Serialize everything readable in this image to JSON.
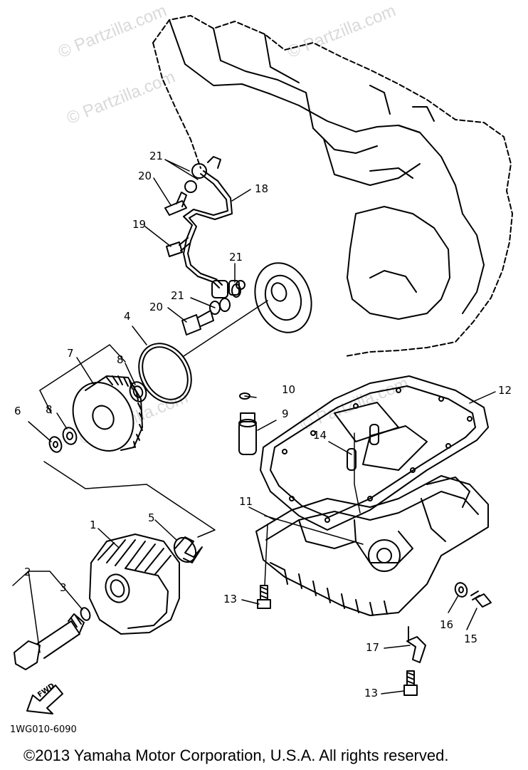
{
  "diagram": {
    "code": "1WG010-6090",
    "copyright": "©2013 Yamaha Motor Corporation, U.S.A. All rights reserved.",
    "watermark": "© Partzilla.com",
    "direction_label": "FWD",
    "callouts": [
      {
        "id": "21a",
        "label": "21"
      },
      {
        "id": "20a",
        "label": "20"
      },
      {
        "id": "18",
        "label": "18"
      },
      {
        "id": "19",
        "label": "19"
      },
      {
        "id": "21b",
        "label": "21"
      },
      {
        "id": "21c",
        "label": "21"
      },
      {
        "id": "20b",
        "label": "20"
      },
      {
        "id": "4",
        "label": "4"
      },
      {
        "id": "7",
        "label": "7"
      },
      {
        "id": "8a",
        "label": "8"
      },
      {
        "id": "8b",
        "label": "8"
      },
      {
        "id": "6",
        "label": "6"
      },
      {
        "id": "10",
        "label": "10"
      },
      {
        "id": "12",
        "label": "12"
      },
      {
        "id": "9",
        "label": "9"
      },
      {
        "id": "14",
        "label": "14"
      },
      {
        "id": "11",
        "label": "11"
      },
      {
        "id": "1",
        "label": "1"
      },
      {
        "id": "5",
        "label": "5"
      },
      {
        "id": "2",
        "label": "2"
      },
      {
        "id": "3",
        "label": "3"
      },
      {
        "id": "13a",
        "label": "13"
      },
      {
        "id": "16",
        "label": "16"
      },
      {
        "id": "15",
        "label": "15"
      },
      {
        "id": "17",
        "label": "17"
      },
      {
        "id": "13b",
        "label": "13"
      }
    ]
  }
}
